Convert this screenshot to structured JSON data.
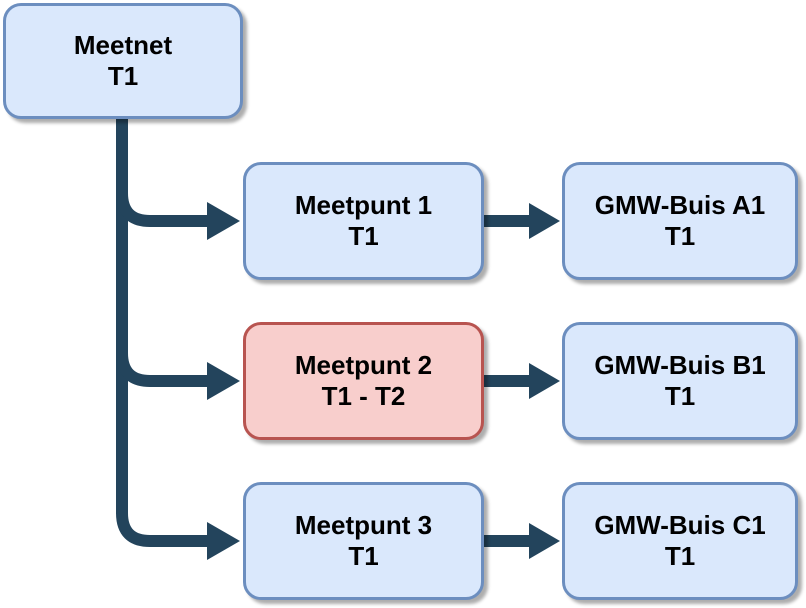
{
  "diagram": {
    "nodes": [
      {
        "id": "meetnet",
        "line1": "Meetnet",
        "line2": "T1",
        "variant": "blue"
      },
      {
        "id": "meetpunt-1",
        "line1": "Meetpunt 1",
        "line2": "T1",
        "variant": "blue"
      },
      {
        "id": "meetpunt-2",
        "line1": "Meetpunt 2",
        "line2": "T1 - T2",
        "variant": "red"
      },
      {
        "id": "meetpunt-3",
        "line1": "Meetpunt 3",
        "line2": "T1",
        "variant": "blue"
      },
      {
        "id": "gmw-buis-a1",
        "line1": "GMW-Buis A1",
        "line2": "T1",
        "variant": "blue"
      },
      {
        "id": "gmw-buis-b1",
        "line1": "GMW-Buis B1",
        "line2": "T1",
        "variant": "blue"
      },
      {
        "id": "gmw-buis-c1",
        "line1": "GMW-Buis C1",
        "line2": "T1",
        "variant": "blue"
      }
    ],
    "edges": [
      {
        "from": "meetnet",
        "to": "meetpunt-1"
      },
      {
        "from": "meetnet",
        "to": "meetpunt-2"
      },
      {
        "from": "meetnet",
        "to": "meetpunt-3"
      },
      {
        "from": "meetpunt-1",
        "to": "gmw-buis-a1"
      },
      {
        "from": "meetpunt-2",
        "to": "gmw-buis-b1"
      },
      {
        "from": "meetpunt-3",
        "to": "gmw-buis-c1"
      }
    ],
    "colors": {
      "node_fill_blue": "#dae8fc",
      "node_border_blue": "#6c8ebf",
      "node_fill_red": "#f8cecc",
      "node_border_red": "#b85450",
      "connector": "#23445c",
      "text": "#000000",
      "background": "#ffffff"
    }
  }
}
